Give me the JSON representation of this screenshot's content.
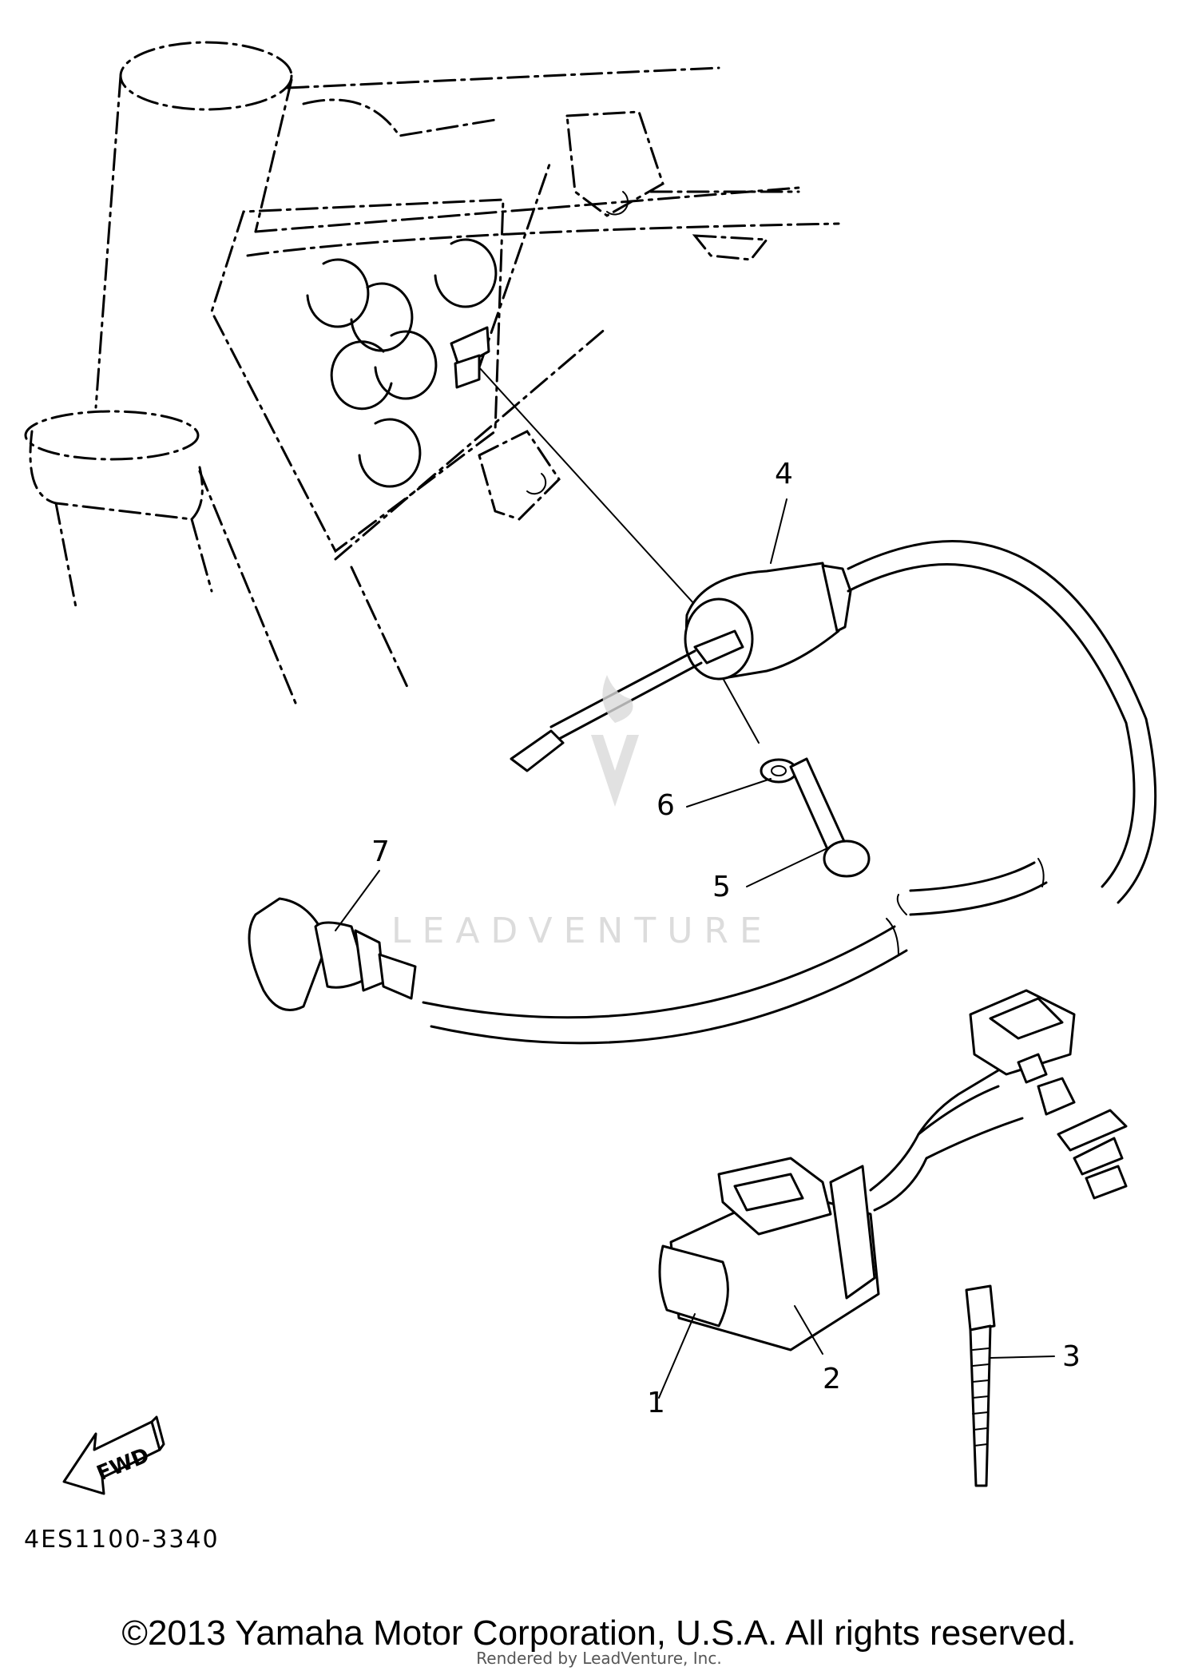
{
  "callouts": [
    "1",
    "2",
    "3",
    "4",
    "5",
    "6",
    "7"
  ],
  "watermark": "LEADVENTURE",
  "fwd_label": "FWD",
  "part_code": "4ES1100-3340",
  "copyright": "©2013 Yamaha Motor Corporation, U.S.A. All rights reserved.",
  "rendered_by": "Rendered by LeadVenture, Inc."
}
